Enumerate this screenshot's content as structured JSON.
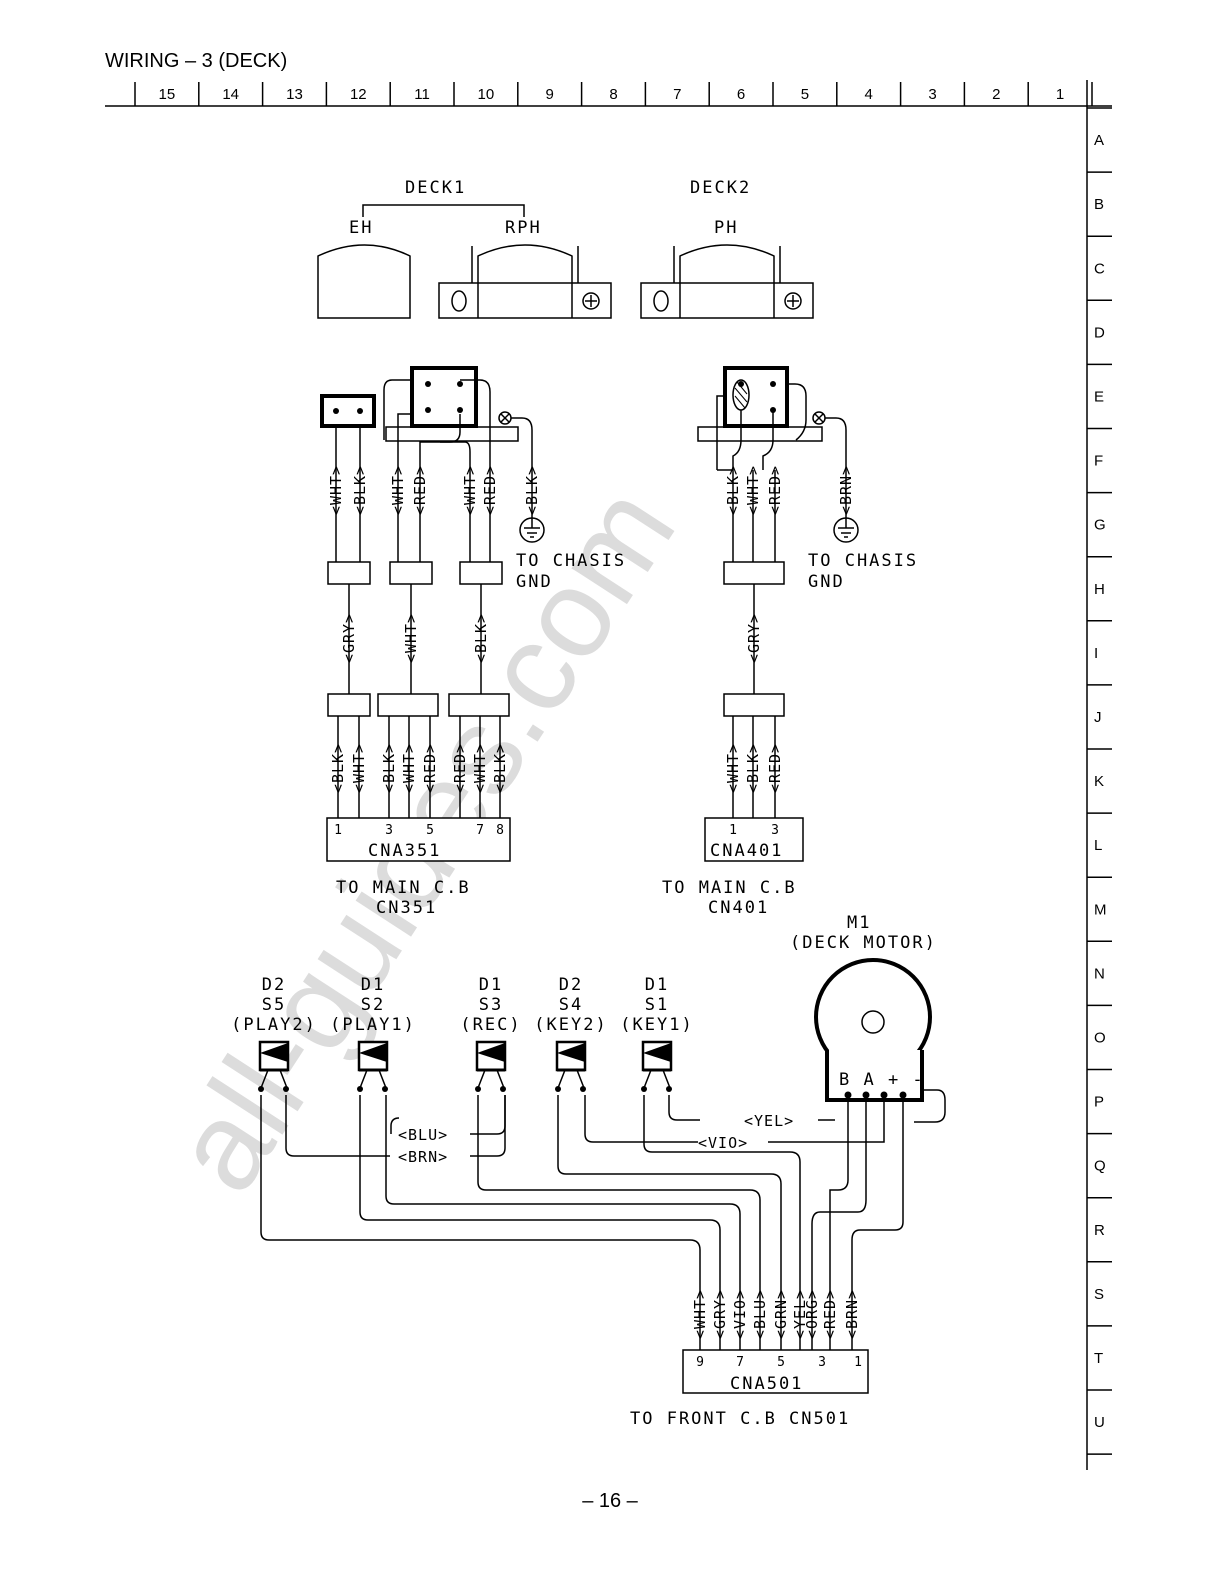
{
  "page": {
    "title": "WIRING – 3  (DECK)",
    "number": "– 16 –",
    "watermark": "all-guides.com"
  },
  "grid": {
    "columns": [
      "15",
      "14",
      "13",
      "12",
      "11",
      "10",
      "9",
      "8",
      "7",
      "6",
      "5",
      "4",
      "3",
      "2",
      "1"
    ],
    "rows": [
      "A",
      "B",
      "C",
      "D",
      "E",
      "F",
      "G",
      "H",
      "I",
      "J",
      "K",
      "L",
      "M",
      "N",
      "O",
      "P",
      "Q",
      "R",
      "S",
      "T",
      "U"
    ]
  },
  "heads": {
    "deck1_label": "DECK1",
    "deck2_label": "DECK2",
    "eh_label": "EH",
    "rph_label": "RPH",
    "ph_label": "PH"
  },
  "wires_deck1": {
    "top": [
      "<WHT>",
      "<BLK>",
      "<WHT>",
      "<RED>",
      "<WHT>",
      "<RED>",
      "<BLK>"
    ],
    "mid": [
      "<GRY>",
      "<WHT>",
      "<BLK>"
    ],
    "bottom": [
      "<BLK>",
      "<WHT>",
      "<BLK>",
      "<WHT>",
      "<RED>",
      "<RED>",
      "<WHT>",
      "<BLK>"
    ]
  },
  "wires_deck2": {
    "top": [
      "<BLK>",
      "<WHT>",
      "<RED>",
      "<BRN>"
    ],
    "mid": [
      "<GRY>"
    ],
    "bottom": [
      "<WHT>",
      "<BLK>",
      "<RED>"
    ]
  },
  "ground": {
    "deck1_line1": "TO CHASIS",
    "deck1_line2": "GND",
    "deck2_line1": "TO CHASIS",
    "deck2_line2": "GND"
  },
  "connectors": {
    "cna351": {
      "name": "CNA351",
      "pins": [
        "1",
        "3",
        "5",
        "7",
        "8"
      ],
      "dest1": "TO MAIN C.B",
      "dest2": "CN351"
    },
    "cna401": {
      "name": "CNA401",
      "pins": [
        "1",
        "3"
      ],
      "dest1": "TO MAIN C.B",
      "dest2": "CN401"
    },
    "cna501": {
      "name": "CNA501",
      "pins": [
        "9",
        "7",
        "5",
        "3",
        "1"
      ],
      "dest": "TO FRONT C.B  CN501",
      "wires": [
        "<WHT>",
        "<GRY>",
        "<VIO>",
        "<BLU>",
        "<GRN>",
        "<YEL>",
        "<ORG>",
        "<RED>",
        "<BRN>"
      ]
    }
  },
  "switches": [
    {
      "deck": "D2",
      "id": "S5",
      "function": "(PLAY2)"
    },
    {
      "deck": "D1",
      "id": "S2",
      "function": "(PLAY1)"
    },
    {
      "deck": "D1",
      "id": "S3",
      "function": "(REC)"
    },
    {
      "deck": "D2",
      "id": "S4",
      "function": "(KEY2)"
    },
    {
      "deck": "D1",
      "id": "S1",
      "function": "(KEY1)"
    }
  ],
  "motor": {
    "id": "M1",
    "name": "(DECK MOTOR)",
    "terminals": "B A + -"
  },
  "switch_wires": {
    "blu": "<BLU>",
    "brn": "<BRN>",
    "yel": "<YEL>",
    "vio": "<VIO>"
  }
}
